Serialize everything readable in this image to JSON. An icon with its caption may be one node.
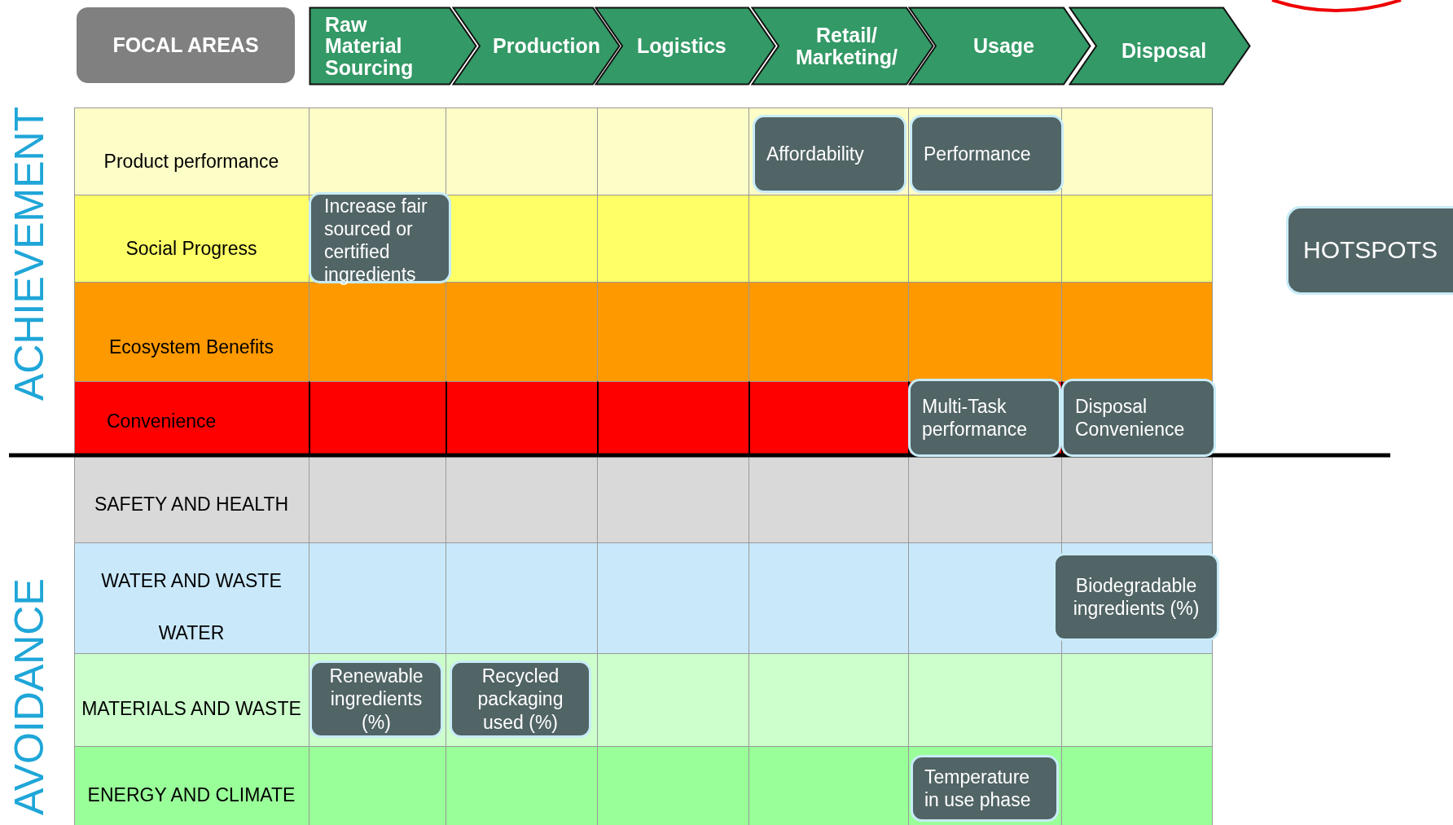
{
  "diagram": {
    "nodes": [
      {
        "text": [
          "FOCAL AREAS"
        ]
      },
      {
        "text": [
          "Raw Material Sourcing"
        ]
      },
      {
        "text": [
          "Production"
        ]
      },
      {
        "text": [
          "Logistics"
        ]
      },
      {
        "text": [
          "Retail/ Marketing/"
        ]
      },
      {
        "text": [
          "Usage"
        ]
      },
      {
        "text": [
          "Disposal"
        ]
      },
      {
        "text": [
          "HOTSPOTS"
        ]
      },
      {
        "text": [
          "Affordability"
        ]
      },
      {
        "text": [
          "Performance"
        ]
      },
      {
        "text": [
          "Increase fair sourced or certified ingredients"
        ]
      },
      {
        "text": [
          "Multi-Task performance"
        ]
      },
      {
        "text": [
          "Disposal Convenience"
        ]
      },
      {
        "text": [
          "Biodegradable ingredients (%)"
        ]
      },
      {
        "text": [
          "Renewable ingredients (%)"
        ]
      },
      {
        "text": [
          "Recycled packaging used (%)"
        ]
      },
      {
        "text": [
          "Temperature in use phase"
        ]
      }
    ],
    "labels": [
      "ACHIEVEMENT",
      "Product performance",
      "Social Progress",
      "Ecosystem Benefits",
      "Convenience",
      "SAFETY AND HEALTH",
      "WATER AND WASTE WATER",
      "MATERIALS AND WASTE",
      "ENERGY AND CLIMATE",
      "AVOIDANCE"
    ]
  }
}
